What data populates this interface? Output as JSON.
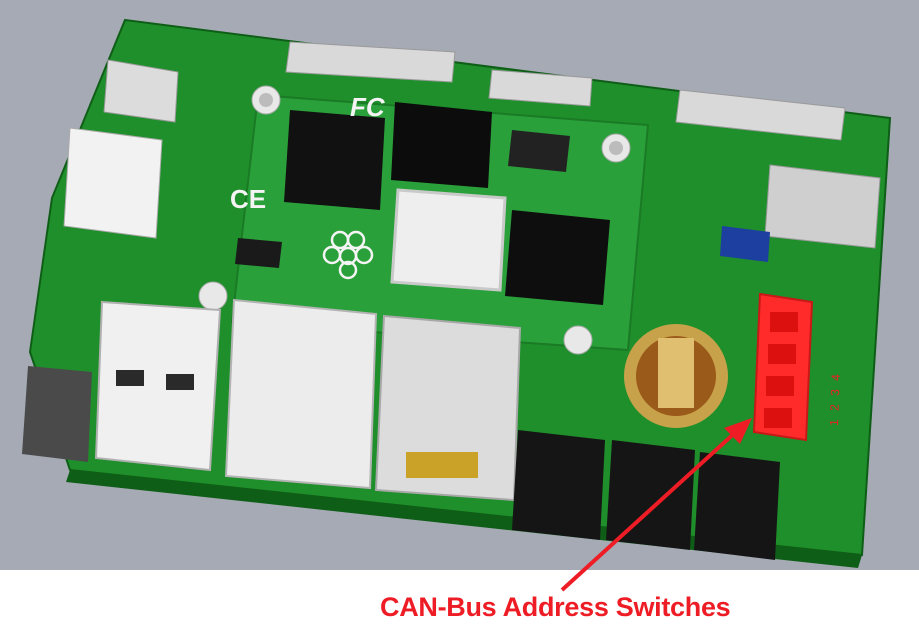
{
  "annotation": {
    "caption": "CAN-Bus Address Switches",
    "color": "#ee1c25"
  },
  "board": {
    "markings": {
      "fcc": "FC",
      "ce": "CE"
    },
    "dip_switch": {
      "positions": [
        "1",
        "2",
        "3",
        "4"
      ],
      "color": "#ff2a2a"
    },
    "pcb_color": "#1e8f2a",
    "background_color": "#a6abb6"
  }
}
